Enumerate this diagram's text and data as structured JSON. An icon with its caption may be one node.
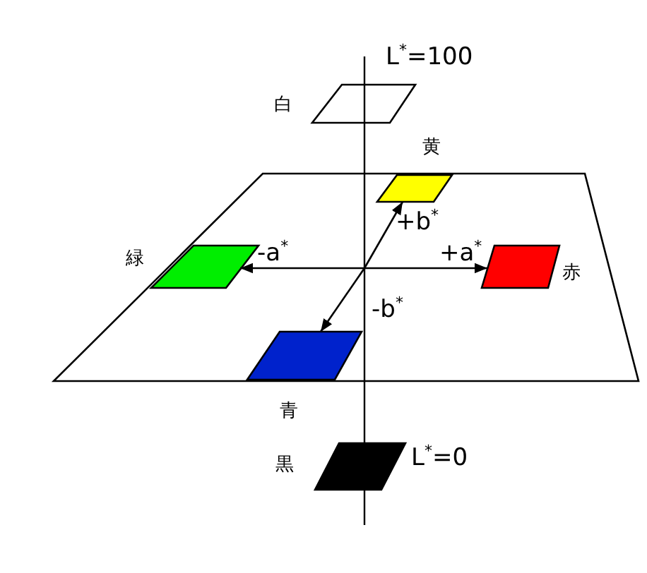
{
  "diagram": {
    "nodes": [
      {
        "text": [],
        "shape": "parallelogram",
        "beside": [
          "白",
          "L$^{*}$=100"
        ]
      },
      {
        "text": [],
        "shape": "parallelogram"
      },
      {
        "text": [],
        "shape": "parallelogram",
        "in": 1,
        "beside": [
          "黄"
        ]
      },
      {
        "text": [],
        "shape": "parallelogram",
        "in": 1,
        "beside": [
          "緑"
        ]
      },
      {
        "text": [],
        "shape": "parallelogram",
        "in": 1,
        "beside": [
          "赤"
        ]
      },
      {
        "text": [],
        "shape": "parallelogram",
        "in": 1,
        "beside": [
          "青"
        ]
      },
      {
        "text": [],
        "shape": "parallelogram",
        "beside": [
          "黒",
          "L$^{*}$=0"
        ]
      }
    ],
    "edges": [
      {
        "from": null,
        "to": 2,
        "arrow": "to",
        "label": "+b$^{*}$"
      },
      {
        "from": null,
        "to": 3,
        "arrow": "to",
        "label": "-a$^{*}$"
      },
      {
        "from": null,
        "to": 4,
        "arrow": "to",
        "label": "+a$^{*}$"
      },
      {
        "from": null,
        "to": 5,
        "arrow": "to",
        "label": "-b$^{*}$"
      }
    ]
  }
}
